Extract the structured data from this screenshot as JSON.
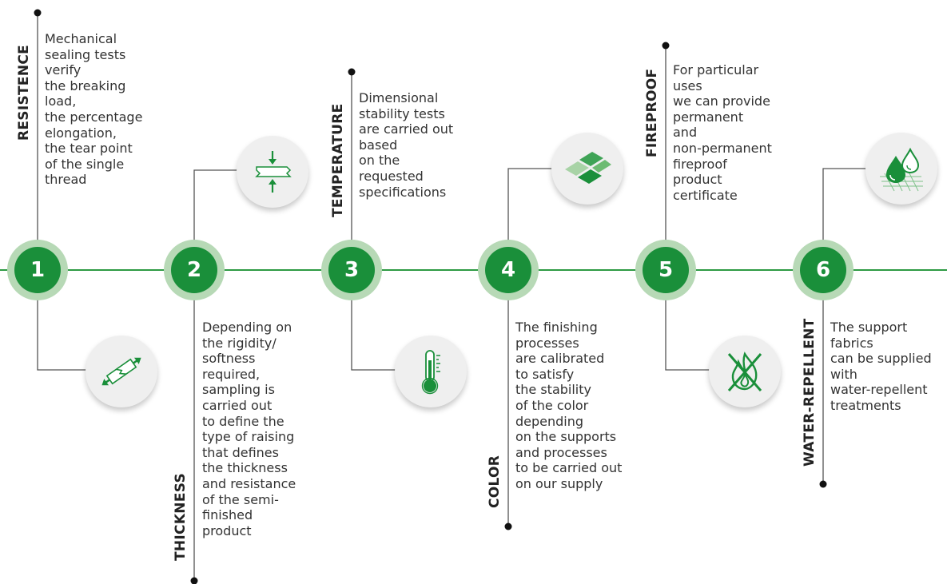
{
  "colors": {
    "accent": "#1a8f3a",
    "ring": "#b7d9b6",
    "light_green": "#a8d3a6",
    "line_green": "#2e9a43",
    "line_gray": "#555555"
  },
  "steps": [
    {
      "number": "1",
      "label": "RESISTENCE",
      "text": "Mechanical\nsealing tests\nverify\nthe breaking\nload,\nthe percentage\nelongation,\nthe tear point\nof the single\nthread",
      "icon": "tensile-test-icon"
    },
    {
      "number": "2",
      "label": "THICKNESS",
      "text": "Depending on\nthe rigidity/\nsoftness\nrequired,\nsampling is\ncarried out\nto define the\ntype of raising\nthat defines\nthe thickness\nand resistance\nof the semi-\nfinished\nproduct",
      "icon": "thickness-compression-icon"
    },
    {
      "number": "3",
      "label": "TEMPERATURE",
      "text": "Dimensional\nstability tests\nare carried out\nbased\non the\nrequested\nspecifications",
      "icon": "thermometer-icon"
    },
    {
      "number": "4",
      "label": "COLOR",
      "text": "The finishing\nprocesses\nare calibrated\nto satisfy\nthe stability\nof the color\ndepending\non the supports\nand processes\nto be carried out\non our supply",
      "icon": "color-swatches-icon"
    },
    {
      "number": "5",
      "label": "FIREPROOF",
      "text": "For particular\nuses\nwe can provide\npermanent\nand\nnon-permanent\nfireproof\nproduct\ncertificate",
      "icon": "no-fire-icon"
    },
    {
      "number": "6",
      "label": "WATER-REPELLENT",
      "text": "The support\nfabrics\ncan be supplied\nwith\nwater-repellent\ntreatments",
      "icon": "water-drops-icon"
    }
  ]
}
